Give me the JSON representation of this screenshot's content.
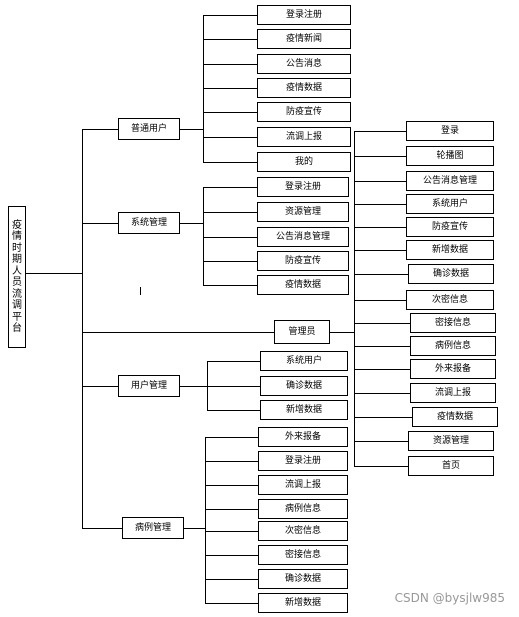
{
  "root": {
    "title": "疫情时期人员流调平台"
  },
  "modules": [
    {
      "id": "user",
      "label": "普通用户",
      "children": [
        "登录注册",
        "疫情新闻",
        "公告消息",
        "疫情数据",
        "防疫宣传",
        "流调上报",
        "我的"
      ]
    },
    {
      "id": "system",
      "label": "系统管理",
      "children": [
        "登录注册",
        "资源管理",
        "公告消息管理",
        "防疫宣传",
        "疫情数据"
      ]
    },
    {
      "id": "admin",
      "label": "管理员",
      "children": [
        "登录",
        "轮播图",
        "公告消息管理",
        "系统用户",
        "防疫宣传",
        "新增数据",
        "确诊数据",
        "次密信息",
        "密接信息",
        "病例信息",
        "外来报备",
        "流调上报",
        "疫情数据",
        "资源管理",
        "首页"
      ]
    },
    {
      "id": "usermgmt",
      "label": "用户管理",
      "children": [
        "系统用户",
        "确诊数据",
        "新增数据"
      ]
    },
    {
      "id": "case",
      "label": "病例管理",
      "children": [
        "外来报备",
        "登录注册",
        "流调上报",
        "病例信息",
        "次密信息",
        "密接信息",
        "确诊数据",
        "新增数据"
      ]
    }
  ],
  "watermark": "CSDN @bysjlw985"
}
